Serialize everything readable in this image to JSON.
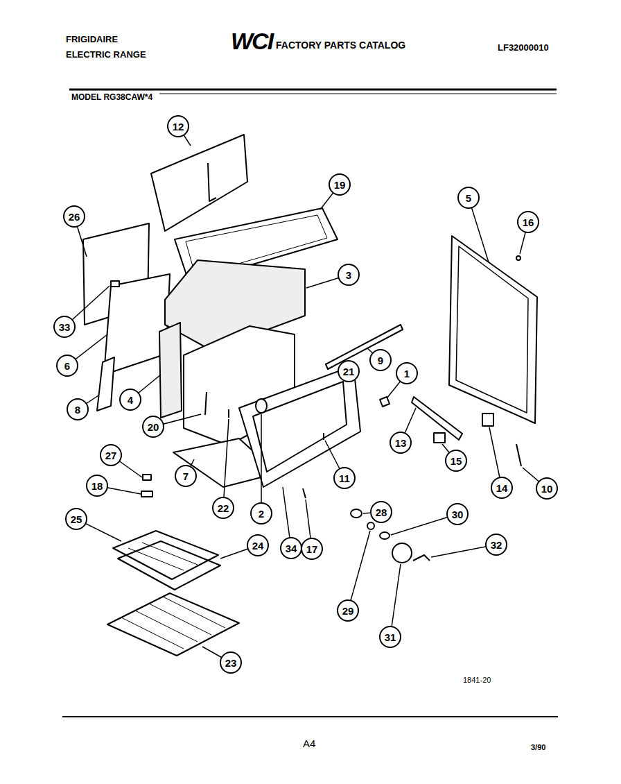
{
  "diagram": {
    "nodes": [
      {
        "text": [
          "12"
        ]
      },
      {
        "text": [
          "19"
        ]
      },
      {
        "text": [
          "5"
        ]
      },
      {
        "text": [
          "26"
        ]
      },
      {
        "text": [
          "16"
        ]
      },
      {
        "text": [
          "3"
        ]
      },
      {
        "text": [
          "33"
        ]
      },
      {
        "text": [
          "9"
        ]
      },
      {
        "text": [
          "6"
        ]
      },
      {
        "text": [
          "21"
        ]
      },
      {
        "text": [
          "1"
        ]
      },
      {
        "text": [
          "4"
        ]
      },
      {
        "text": [
          "8"
        ]
      },
      {
        "text": [
          "20"
        ]
      },
      {
        "text": [
          "13"
        ]
      },
      {
        "text": [
          "27"
        ]
      },
      {
        "text": [
          "15"
        ]
      },
      {
        "text": [
          "7"
        ]
      },
      {
        "text": [
          "11"
        ]
      },
      {
        "text": [
          "18"
        ]
      },
      {
        "text": [
          "14"
        ]
      },
      {
        "text": [
          "10"
        ]
      },
      {
        "text": [
          "22"
        ]
      },
      {
        "text": [
          "28"
        ]
      },
      {
        "text": [
          "2"
        ]
      },
      {
        "text": [
          "30"
        ]
      },
      {
        "text": [
          "25"
        ]
      },
      {
        "text": [
          "32"
        ]
      },
      {
        "text": [
          "24"
        ]
      },
      {
        "text": [
          "34"
        ]
      },
      {
        "text": [
          "17"
        ]
      },
      {
        "text": [
          "29"
        ]
      },
      {
        "text": [
          "31"
        ]
      },
      {
        "text": [
          "23"
        ]
      }
    ],
    "labels": [
      "FRIGIDAIRE",
      "ELECTRIC RANGE",
      "WCI",
      "FACTORY PARTS CATALOG",
      "LF32000010",
      "MODEL RG38CAW*4",
      "1841-20",
      "A4",
      "3/90"
    ]
  }
}
